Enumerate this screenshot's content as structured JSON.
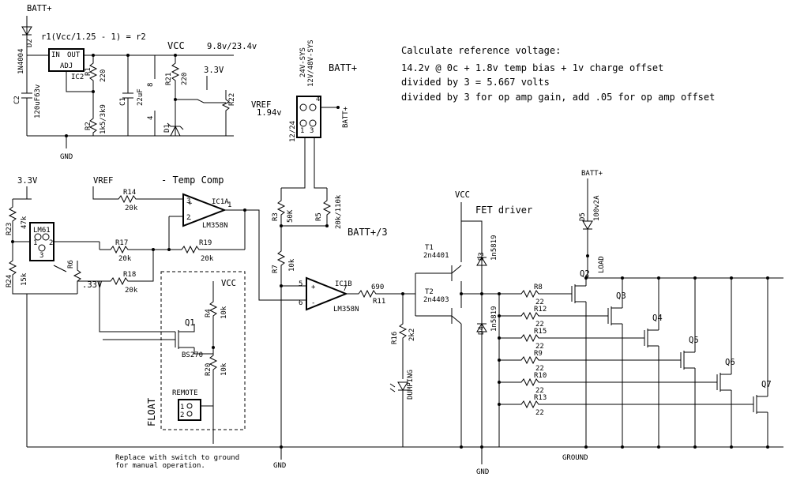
{
  "top_left": {
    "batt_plus": "BATT+",
    "formula": "r1(Vcc/1.25 - 1) = r2",
    "vcc": "VCC",
    "rail_voltage": "9.8v/23.4v",
    "v33": "3.3V",
    "vref": "VREF",
    "vref_value": "1.94v",
    "gnd": "GND",
    "ic2_in": "IN",
    "ic2_out": "OUT",
    "ic2_adj": "ADJ",
    "parts": {
      "d2": "D2",
      "d2_val": "1N4004",
      "c2": "C2",
      "c2_val": "120uF63v",
      "ic2": "IC2",
      "r1": "R1",
      "r1_val": "220",
      "r2": "R2",
      "r2_val": "1k5/3k9",
      "c1": "C1",
      "c1_val": "22uF",
      "pin8": "8",
      "pin4": "4",
      "r21": "R21",
      "r21_val": "220",
      "d1": "D1",
      "r22": "R22"
    }
  },
  "connector": {
    "top_label_1": "24V-SYS",
    "top_label_2": "12V/48V-SYS",
    "side_label": "12/24",
    "batt_plus": "BATT+",
    "batt_plus_rot": "BATT+",
    "pin4": "4",
    "pin3": "3",
    "pin1": "1",
    "r3": "R3",
    "r3_val": "50K",
    "r5": "R5",
    "r5_val": "20k/110k",
    "r7": "R7",
    "r7_val": "10k",
    "batt_div": "BATT+/3"
  },
  "notes": {
    "title": "Calculate reference voltage:",
    "line1": "14.2v @ 0c + 1.8v temp bias + 1v charge offset",
    "line2": "divided by 3 = 5.667 volts",
    "line3": "divided by 3 for op amp gain, add .05 for op amp offset"
  },
  "temp_comp": {
    "v33": "3.3V",
    "vref": "VREF",
    "title": "- Temp Comp",
    "r14": "R14",
    "r14_val": "20k",
    "ic1a": "IC1A",
    "ic1a_part": "LM358N",
    "pin1": "1",
    "pin2": "2",
    "pin3": "3",
    "r23": "R23",
    "r23_val": "47k",
    "lm61": "LM61",
    "lm61_pin1": "1",
    "lm61_pin2": "2",
    "lm61_pin3": "3",
    "r24": "R24",
    "r24_val": "15k",
    "r6": "R6",
    "r6_val": ".33V",
    "r17": "R17",
    "r17_val": "20k",
    "r18": "R18",
    "r18_val": "20k",
    "r19": "R19",
    "r19_val": "20k",
    "ic1b": "IC1B",
    "ic1b_part": "LM358N",
    "pin5": "5",
    "pin6": "6",
    "pin7": "7"
  },
  "float_box": {
    "vcc": "VCC",
    "r4": "R4",
    "r4_val": "10k",
    "q1": "Q1",
    "q1_part": "BS270",
    "r20": "R20",
    "r20_val": "10k",
    "remote": "REMOTE",
    "pin1": "1",
    "pin2": "2",
    "float": "FLOAT",
    "note_1": "Replace with switch to ground",
    "note_2": "for manual operation.",
    "gnd": "GND"
  },
  "driver": {
    "r11": "R11",
    "r11_val": "690",
    "r16": "R16",
    "r16_val": "2k2",
    "dumping": "DUMPING",
    "vcc": "VCC",
    "fet_driver": "FET driver",
    "t1": "T1",
    "t1_part": "2n4401",
    "t2": "T2",
    "t2_part": "2n4403",
    "d3": "D3",
    "d3_part": "1n5819",
    "d4": "D4",
    "d4_part": "1n5819",
    "gnd": "GND"
  },
  "fets": {
    "batt_plus": "BATT+",
    "d5": "D5",
    "d5_part": "100v2A",
    "load": "LOAD",
    "ground": "GROUND",
    "resistors": [
      {
        "name": "R8",
        "value": "22"
      },
      {
        "name": "R12",
        "value": "22"
      },
      {
        "name": "R15",
        "value": "22"
      },
      {
        "name": "R9",
        "value": "22"
      },
      {
        "name": "R10",
        "value": "22"
      },
      {
        "name": "R13",
        "value": "22"
      }
    ],
    "transistors": [
      "Q2",
      "Q3",
      "Q4",
      "Q5",
      "Q6",
      "Q7"
    ]
  }
}
